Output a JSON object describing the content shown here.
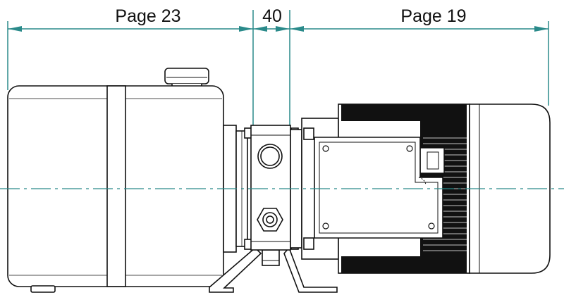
{
  "dimensions": {
    "left_label": "Page 23",
    "middle_label": "40",
    "right_label": "Page 19"
  },
  "colors": {
    "dimension_line": "#2a8a8a",
    "outline": "#111111",
    "centerline": "#2a8a8a",
    "fin": "#111111"
  }
}
